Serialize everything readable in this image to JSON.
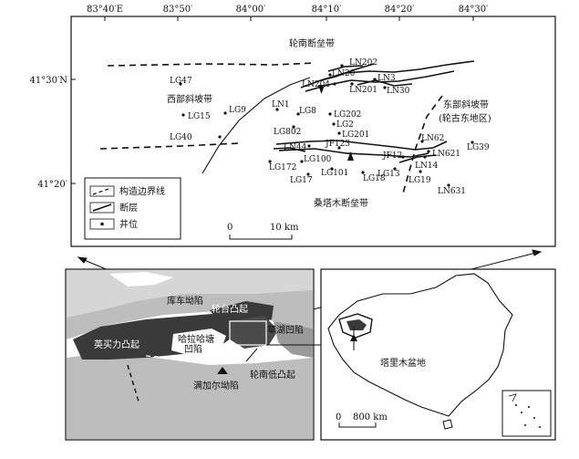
{
  "top_map": {
    "lon_ticks": [
      "83°40′E",
      "83°50′",
      "84°00′",
      "84°10′",
      "84°20′",
      "84°30′"
    ],
    "lat_ticks": [
      "41°30′N",
      "41°20′"
    ],
    "region_labels": {
      "west_slope": "西部斜坡带",
      "east_slope_1": "东部斜坡带",
      "east_slope_2": "(轮古东地区)",
      "lunnan_fault": "轮南断垒带",
      "sangtamu_fault": "桑塔木断垒带"
    },
    "wells": [
      "LG47",
      "LG15",
      "LG9",
      "LG40",
      "LN1",
      "LG8",
      "LG802",
      "LG202",
      "LG2",
      "LG201",
      "LN44",
      "JF123",
      "LG100",
      "LG172",
      "LG17",
      "LG101",
      "LG18",
      "LG13",
      "JF12",
      "LN14",
      "LN62",
      "LN621",
      "LG39",
      "LG19",
      "LN631",
      "LN202",
      "LN204",
      "LN201",
      "LN30",
      "LN3",
      "LN20"
    ],
    "legend": {
      "items": [
        "构造边界线",
        "断层",
        "井位"
      ]
    },
    "scalebar": {
      "start": "0",
      "end": "10 km"
    }
  },
  "basin_map": {
    "labels": {
      "kuqa": "库车坳陷",
      "lunbei": "轮台凸起",
      "yingmaili": "英买力凸起",
      "halahatang_1": "哈拉哈塘",
      "halahatang_2": "凹陷",
      "caohu": "草湖凹陷",
      "lunnan_low": "轮南低凸起",
      "manjiaer": "满加尔坳陷"
    }
  },
  "china_map": {
    "labels": {
      "tarim": "塔里木盆地"
    },
    "scalebar": {
      "start": "0",
      "end": "800 km"
    }
  }
}
